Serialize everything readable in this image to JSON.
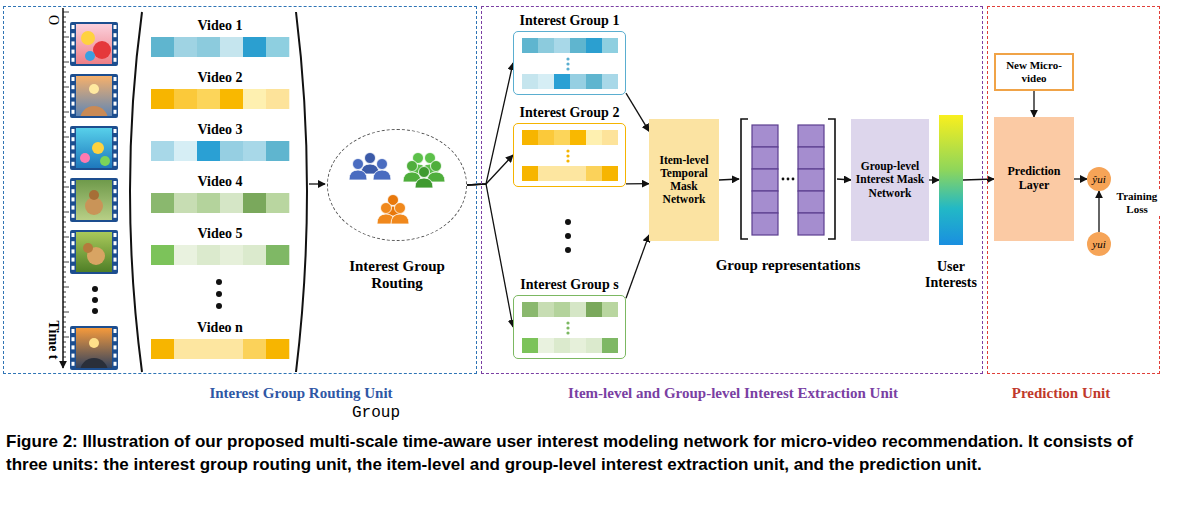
{
  "diagram": {
    "caption": "Figure 2: Illustration of our proposed multi-scale time-aware user interest modeling network for micro-video recommendation. It consists of three units: the interest group routing unit, the item-level and group-level interest extraction unit, and the prediction unit.",
    "nodes": [
      {
        "text": [
          "Interest Group Routing Unit"
        ]
      },
      {
        "text": [
          "Video 1"
        ],
        "in": 0
      },
      {
        "text": [
          "Video 2"
        ],
        "in": 0
      },
      {
        "text": [
          "Video 3"
        ],
        "in": 0
      },
      {
        "text": [
          "Video 4"
        ],
        "in": 0
      },
      {
        "text": [
          "Video 5"
        ],
        "in": 0
      },
      {
        "text": [
          "Video n"
        ],
        "in": 0
      },
      {
        "text": [
          "Interest Group Routing"
        ],
        "in": 0
      },
      {
        "text": [
          "Item-level and Group-level Interest Extraction Unit"
        ]
      },
      {
        "text": [
          "Interest Group 1"
        ],
        "in": 8
      },
      {
        "text": [
          "Interest Group 2"
        ],
        "in": 8
      },
      {
        "text": [
          "Interest Group s"
        ],
        "in": 8
      },
      {
        "text": [
          "Item-level Temporal Mask Network"
        ],
        "in": 8
      },
      {
        "text": [
          "Group representations"
        ],
        "in": 8
      },
      {
        "text": [
          "Group-level Interest Mask Network"
        ],
        "in": 8
      },
      {
        "text": [
          "User Interests"
        ],
        "in": 8
      },
      {
        "text": [
          "Prediction Unit"
        ]
      },
      {
        "text": [
          "New Micro-video"
        ],
        "in": 16
      },
      {
        "text": [
          "Prediction Layer"
        ],
        "in": 16
      },
      {
        "text": [
          "ŷui"
        ],
        "in": 16
      },
      {
        "text": [
          "yui"
        ],
        "in": 16
      }
    ],
    "edges": [
      {
        "from": 7,
        "to": 9,
        "arrow": "to"
      },
      {
        "from": 7,
        "to": 10,
        "arrow": "to"
      },
      {
        "from": 7,
        "to": 11,
        "arrow": "to"
      },
      {
        "from": 9,
        "to": 12,
        "arrow": "to"
      },
      {
        "from": 10,
        "to": 12,
        "arrow": "to"
      },
      {
        "from": 11,
        "to": 12,
        "arrow": "to"
      },
      {
        "from": 12,
        "to": 13,
        "arrow": "to"
      },
      {
        "from": 13,
        "to": 14,
        "arrow": "to"
      },
      {
        "from": 14,
        "to": 15,
        "arrow": "to"
      },
      {
        "from": 15,
        "to": 18,
        "arrow": "to"
      },
      {
        "from": 17,
        "to": 18,
        "arrow": "to"
      },
      {
        "from": 18,
        "to": 19,
        "arrow": "to"
      },
      {
        "from": 20,
        "to": 19,
        "arrow": "to",
        "label": "Training Loss"
      }
    ],
    "labels": [
      "O",
      "Time t",
      "Group"
    ]
  }
}
